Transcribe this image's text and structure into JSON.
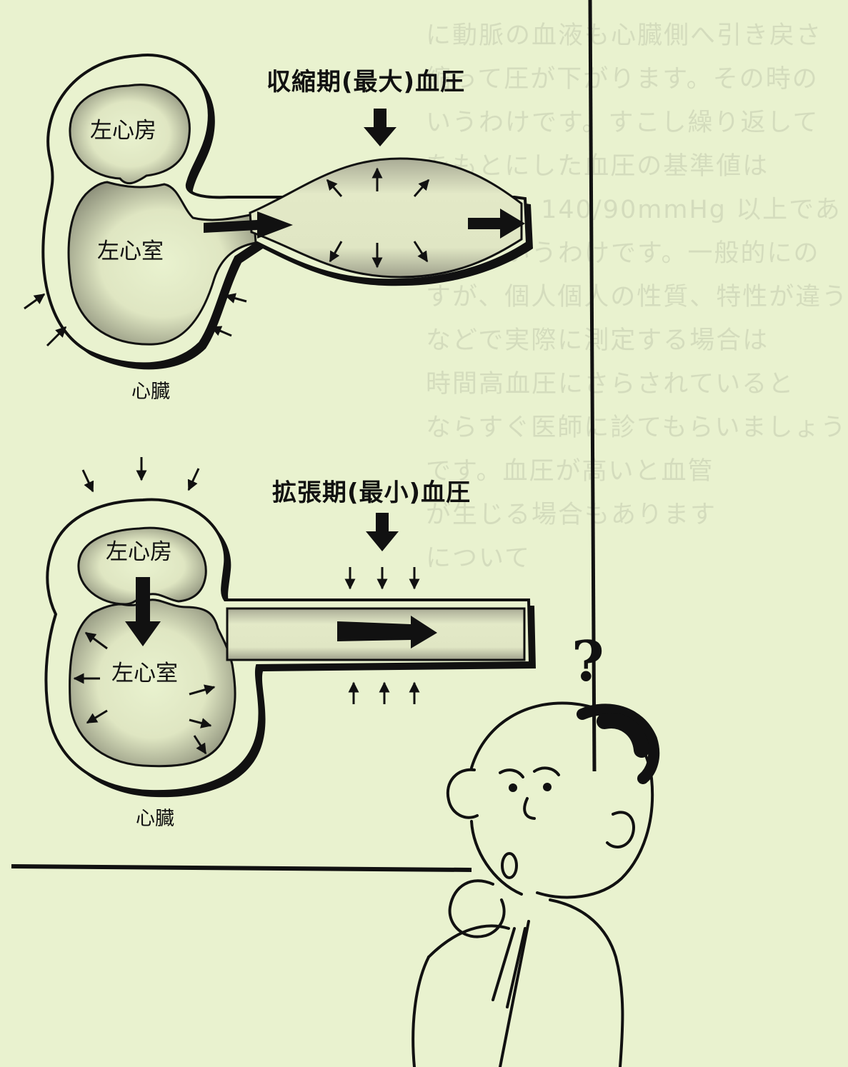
{
  "systolic": {
    "title": "収縮期(最大)血圧",
    "atrium_label": "左心房",
    "ventricle_label": "左心室",
    "heart_label": "心臓"
  },
  "diastolic": {
    "title": "拡張期(最小)血圧",
    "atrium_label": "左心房",
    "ventricle_label": "左心室",
    "heart_label": "心臓"
  },
  "character": {
    "question_mark": "?"
  },
  "show_through_text": [
    "に動脈の血液も心臓側へ引き戻さ",
    "縮って圧が下がります。その時の",
    "いうわけです。すこし繰り返して",
    "",
    "をもとにした血圧の基準値は",
    "の定義は 140/90mmHg 以上であ",
    "圧症というわけです。一般的にの",
    "すが、個人個人の性質、特性が違う",
    "などで実際に測定する場合は",
    "時間高血圧にさらされていると",
    "ならすぐ医師に診てもらいましょう",
    "です。血圧が高いと血管",
    "が生じる場合もあります",
    "",
    "",
    "について"
  ],
  "colors": {
    "paper": "#e9f2cf",
    "ink": "#111111"
  }
}
